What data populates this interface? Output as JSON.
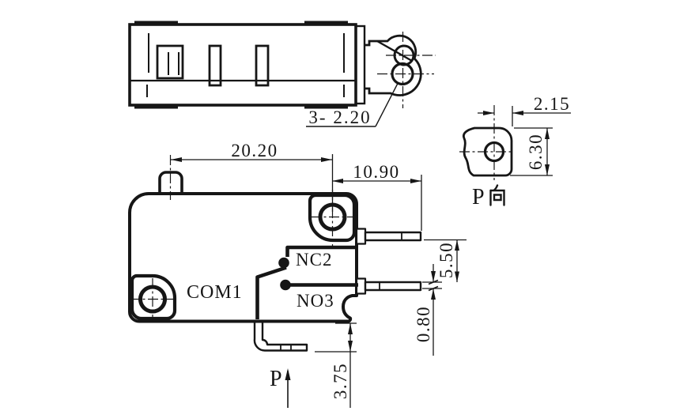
{
  "colors": {
    "background": "#ffffff",
    "ink": "#161616"
  },
  "top_view": {
    "hole_callout": "3- 2.20"
  },
  "front_view": {
    "dims": {
      "plunger_to_hole": "20.20",
      "terminal_length": "10.90",
      "terminal_pitch": "5.50",
      "terminal_thickness": "0.80",
      "bottom_terminal_offset": "3.75"
    },
    "labels": {
      "common": "COM1",
      "normally_closed": "NC2",
      "normally_open": "NO3",
      "actuation_arrow": "P"
    }
  },
  "p_view": {
    "dims": {
      "hole_offset": "2.15",
      "height": "6.30"
    },
    "label": "P向",
    "label_latin": "P"
  }
}
